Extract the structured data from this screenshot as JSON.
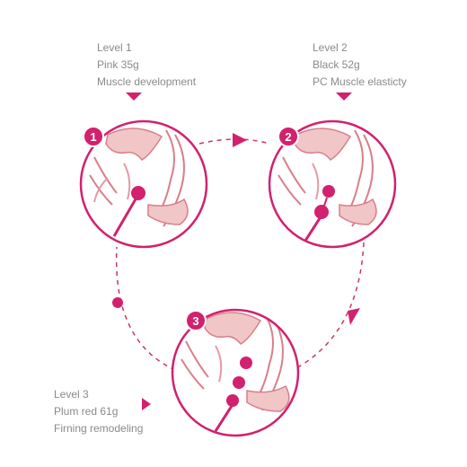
{
  "colors": {
    "accent": "#d2216e",
    "dash": "#c9385d",
    "tissue_fill": "#f1c6c6",
    "tissue_stroke": "#d97f89",
    "text": "#8a8a8a"
  },
  "levels": [
    {
      "number": "1",
      "title": "Level 1",
      "detail": "Pink 35g",
      "benefit": "Muscle development"
    },
    {
      "number": "2",
      "title": "Level 2",
      "detail": "Black 52g",
      "benefit": "PC Muscle elasticty"
    },
    {
      "number": "3",
      "title": "Level 3",
      "detail": "Plum red 61g",
      "benefit": "Firning remodeling"
    }
  ]
}
